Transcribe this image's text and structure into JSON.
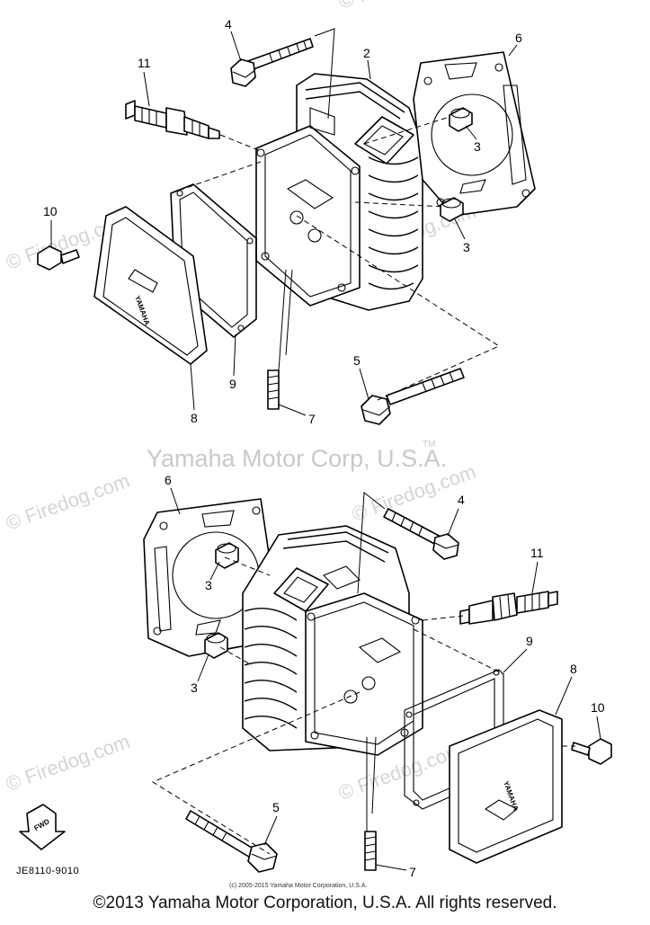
{
  "watermarks": {
    "site": "© Firedog.com",
    "center": "Yamaha Motor Corp, U.S.A.",
    "tm": "TM"
  },
  "part_numbers": [
    "2",
    "3",
    "4",
    "5",
    "6",
    "7",
    "8",
    "9",
    "10",
    "11"
  ],
  "diagram_code": "JE8110-9010",
  "fwd_label": "FWD",
  "small_credit": "(c) 2005-2015 Yamaha Motor Corporation, U.S.A.",
  "footer": "©2013 Yamaha Motor Corporation, U.S.A. All rights reserved."
}
